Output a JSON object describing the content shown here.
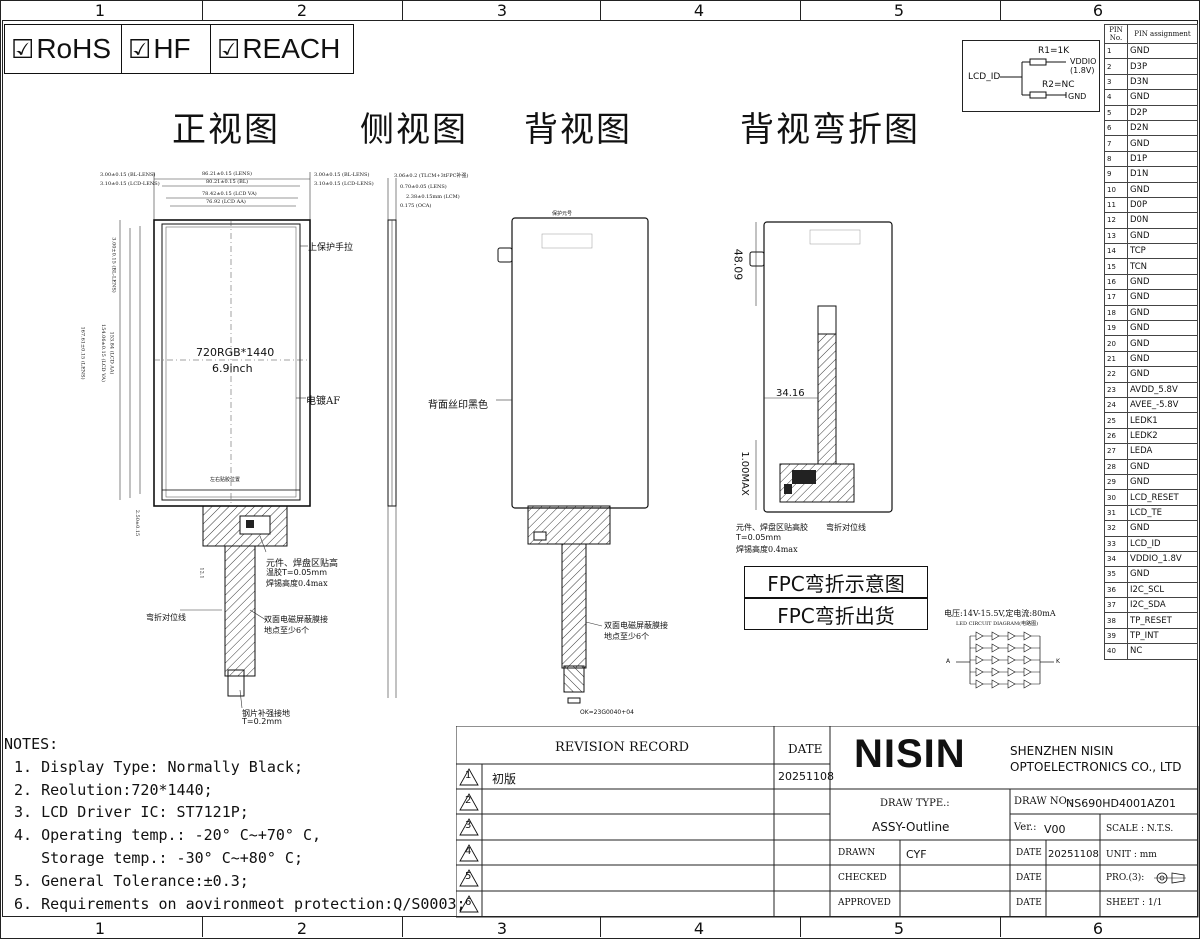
{
  "zones": [
    "1",
    "2",
    "3",
    "4",
    "5",
    "6"
  ],
  "certs": [
    {
      "label": "RoHS"
    },
    {
      "label": "HF"
    },
    {
      "label": "REACH"
    }
  ],
  "views": {
    "front": "正视图",
    "side": "侧视图",
    "back": "背视图",
    "back_bent": "背视弯折图"
  },
  "front_view": {
    "resolution": "720RGB*1440",
    "size": "6.9inch",
    "dim_top": [
      "86.21±0.15 (LENS)",
      "80.21±0.15 (BL)",
      "78.42±0.15 (LCD VA)",
      "76.92 (LCD AA)"
    ],
    "dim_left": [
      "3.00±0.15 (BL-LENS)",
      "3.10±0.15 (LCD-LENS)"
    ],
    "dim_right": [
      "3.00±0.15 (BL-LENS)",
      "3.10±0.15 (LCD-LENS)"
    ],
    "vertical_dims": [
      "167.61±0.15 (LENS)",
      "154.06±0.15 (LCD VA)",
      "153.84 (LCD AA)",
      "3.00±0.15 (BL-LENS)"
    ],
    "callout_protect": "上保护手拉",
    "callout_af": "电镀AF",
    "callout_bend": "弯折对位线",
    "callout_shield": "双面电磁屏蔽膜接",
    "callout_shield2": "地点至少6个",
    "callout_comp": "元件、焊盘区贴高",
    "callout_comp2": "温胶T=0.05mm",
    "callout_comp3": "焊锡高度0.4max",
    "callout_stiff": "钢片补强接地",
    "callout_stiff2": "T=0.2mm",
    "callout_mark": "左右贴胶位置",
    "dim_fpc": "2.50±0.15",
    "dim_fpc2": "12.1"
  },
  "side_view": {
    "dims": [
      "3.06±0.2 (TLCM+3tFPC补强)",
      "0.70±0.05 (LENS)",
      "2.38±0.15mm (LCM)",
      "0.175 (OCA)"
    ]
  },
  "back_view": {
    "label_top": "保护元号",
    "callout_print": "背面丝印黑色",
    "callout_shield": "双面电磁屏蔽膜接",
    "callout_shield2": "地点至少6个",
    "part_no": "OK=23G0040+04"
  },
  "back_bent": {
    "dim_top": "48.09",
    "dim_mid": "34.16",
    "dim_bot": "1.00MAX",
    "callout_comp": "元件、焊盘区贴高胶",
    "callout_comp2": "T=0.05mm",
    "callout_comp3": "焊锡高度0.4max",
    "callout_bend": "弯折对位线"
  },
  "fpc_labels": [
    "FPC弯折示意图",
    "FPC弯折出货"
  ],
  "led_circuit": {
    "title": "电压:14V-15.5V,定电流:80mA",
    "subtitle": "LED CIRCUIT DIAGRAM(电路图)",
    "anode": "A",
    "cathode": "K"
  },
  "lcd_id_circuit": {
    "lcd_id": "LCD_ID",
    "r1": "R1=1K",
    "r2": "R2=NC",
    "vddio": "VDDIO",
    "vddio_v": "(1.8V)",
    "gnd": "GND"
  },
  "pin_table": {
    "header_no": "PIN No.",
    "header_assign": "PIN assignment",
    "pins": [
      "GND",
      "D3P",
      "D3N",
      "GND",
      "D2P",
      "D2N",
      "GND",
      "D1P",
      "D1N",
      "GND",
      "D0P",
      "D0N",
      "GND",
      "TCP",
      "TCN",
      "GND",
      "GND",
      "GND",
      "GND",
      "GND",
      "GND",
      "GND",
      "AVDD_5.8V",
      "AVEE_-5.8V",
      "LEDK1",
      "LEDK2",
      "LEDA",
      "GND",
      "GND",
      "LCD_RESET",
      "LCD_TE",
      "GND",
      "LCD_ID",
      "VDDIO_1.8V",
      "GND",
      "I2C_SCL",
      "I2C_SDA",
      "TP_RESET",
      "TP_INT",
      "NC"
    ]
  },
  "notes": {
    "title": "NOTES:",
    "items": [
      "1. Display Type: Normally Black;",
      "2. Reolution:720*1440;",
      "3. LCD Driver IC: ST7121P;",
      "4. Operating temp.: -20° C~+70° C,",
      "   Storage temp.: -30° C~+80° C;",
      "5. General Tolerance:±0.3;",
      "6. Requirements on aovironmeot protection:Q/S0003;"
    ]
  },
  "revision": {
    "title": "REVISION RECORD",
    "date_header": "DATE",
    "rows": [
      {
        "no": "1",
        "text": "初版",
        "date": "20251108"
      },
      {
        "no": "2",
        "text": "",
        "date": ""
      },
      {
        "no": "3",
        "text": "",
        "date": ""
      },
      {
        "no": "4",
        "text": "",
        "date": ""
      },
      {
        "no": "5",
        "text": "",
        "date": ""
      },
      {
        "no": "6",
        "text": "",
        "date": ""
      }
    ]
  },
  "titleblock": {
    "logo": "NISIN",
    "company1": "SHENZHEN NISIN",
    "company2": "OPTOELECTRONICS CO., LTD",
    "draw_type_label": "DRAW TYPE.:",
    "draw_type": "ASSY-Outline",
    "draw_no_label": "DRAW NO.:",
    "draw_no": "NS690HD4001AZ01",
    "ver_label": "Ver.:",
    "ver": "V00",
    "scale": "SCALE : N.T.S.",
    "drawn_label": "DRAWN",
    "drawn": "CYF",
    "checked_label": "CHECKED",
    "approved_label": "APPROVED",
    "date_label": "DATE",
    "date": "20251108",
    "unit": "UNIT : mm",
    "pro": "PRO.(3):",
    "sheet": "SHEET : 1/1"
  }
}
